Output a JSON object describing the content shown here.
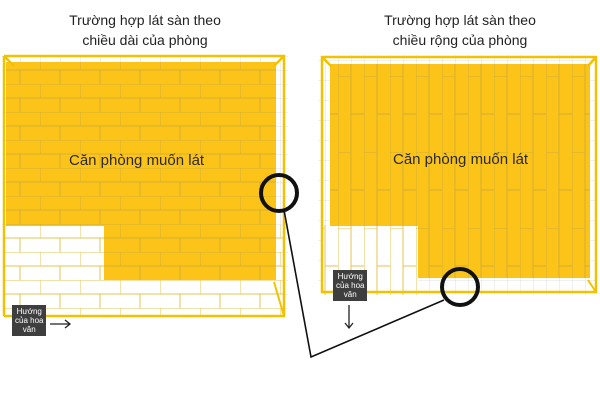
{
  "panels": [
    {
      "title_line1": "Trường hợp lát sàn theo",
      "title_line2": "chiều dài của phòng",
      "room_label": "Căn phòng muốn lát",
      "direction_label_1": "Hướng",
      "direction_label_2": "của hoa",
      "direction_label_3": "văn"
    },
    {
      "title_line1": "Trường hợp lát sàn theo",
      "title_line2": "chiều rộng của phòng",
      "room_label": "Căn phòng muốn lát",
      "direction_label_1": "Hướng",
      "direction_label_2": "của hoa",
      "direction_label_3": "văn"
    }
  ],
  "colors": {
    "fill": "#fcc419",
    "grid": "#c7a53a",
    "outline": "#e6b400",
    "accent": "#111111"
  }
}
